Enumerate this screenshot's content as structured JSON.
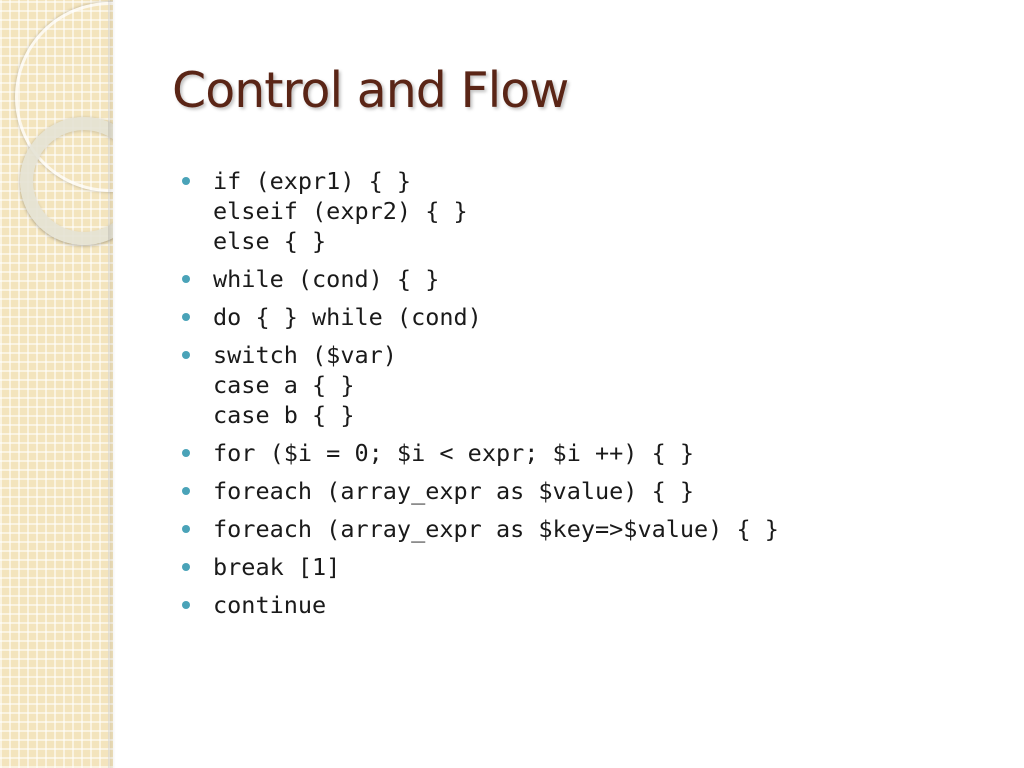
{
  "slide": {
    "title": "Control and Flow",
    "bullet_color": "#4aa3b8",
    "title_color": "#5a2516",
    "bullets": [
      {
        "lines": [
          "if (expr1) { }",
          "elseif (expr2) { }",
          "else { }"
        ]
      },
      {
        "lines": [
          "while (cond) { }"
        ]
      },
      {
        "lines": [
          "do { } while (cond)"
        ]
      },
      {
        "lines": [
          "switch ($var)",
          "case a { }",
          "case b { }"
        ]
      },
      {
        "lines": [
          "for ($i = 0; $i < expr; $i ++) { }"
        ]
      },
      {
        "lines": [
          "foreach (array_expr as $value) { }"
        ]
      },
      {
        "lines": [
          "foreach (array_expr as $key=>$value) { }"
        ]
      },
      {
        "lines": [
          "break [1]"
        ]
      },
      {
        "lines": [
          "continue"
        ]
      }
    ]
  }
}
